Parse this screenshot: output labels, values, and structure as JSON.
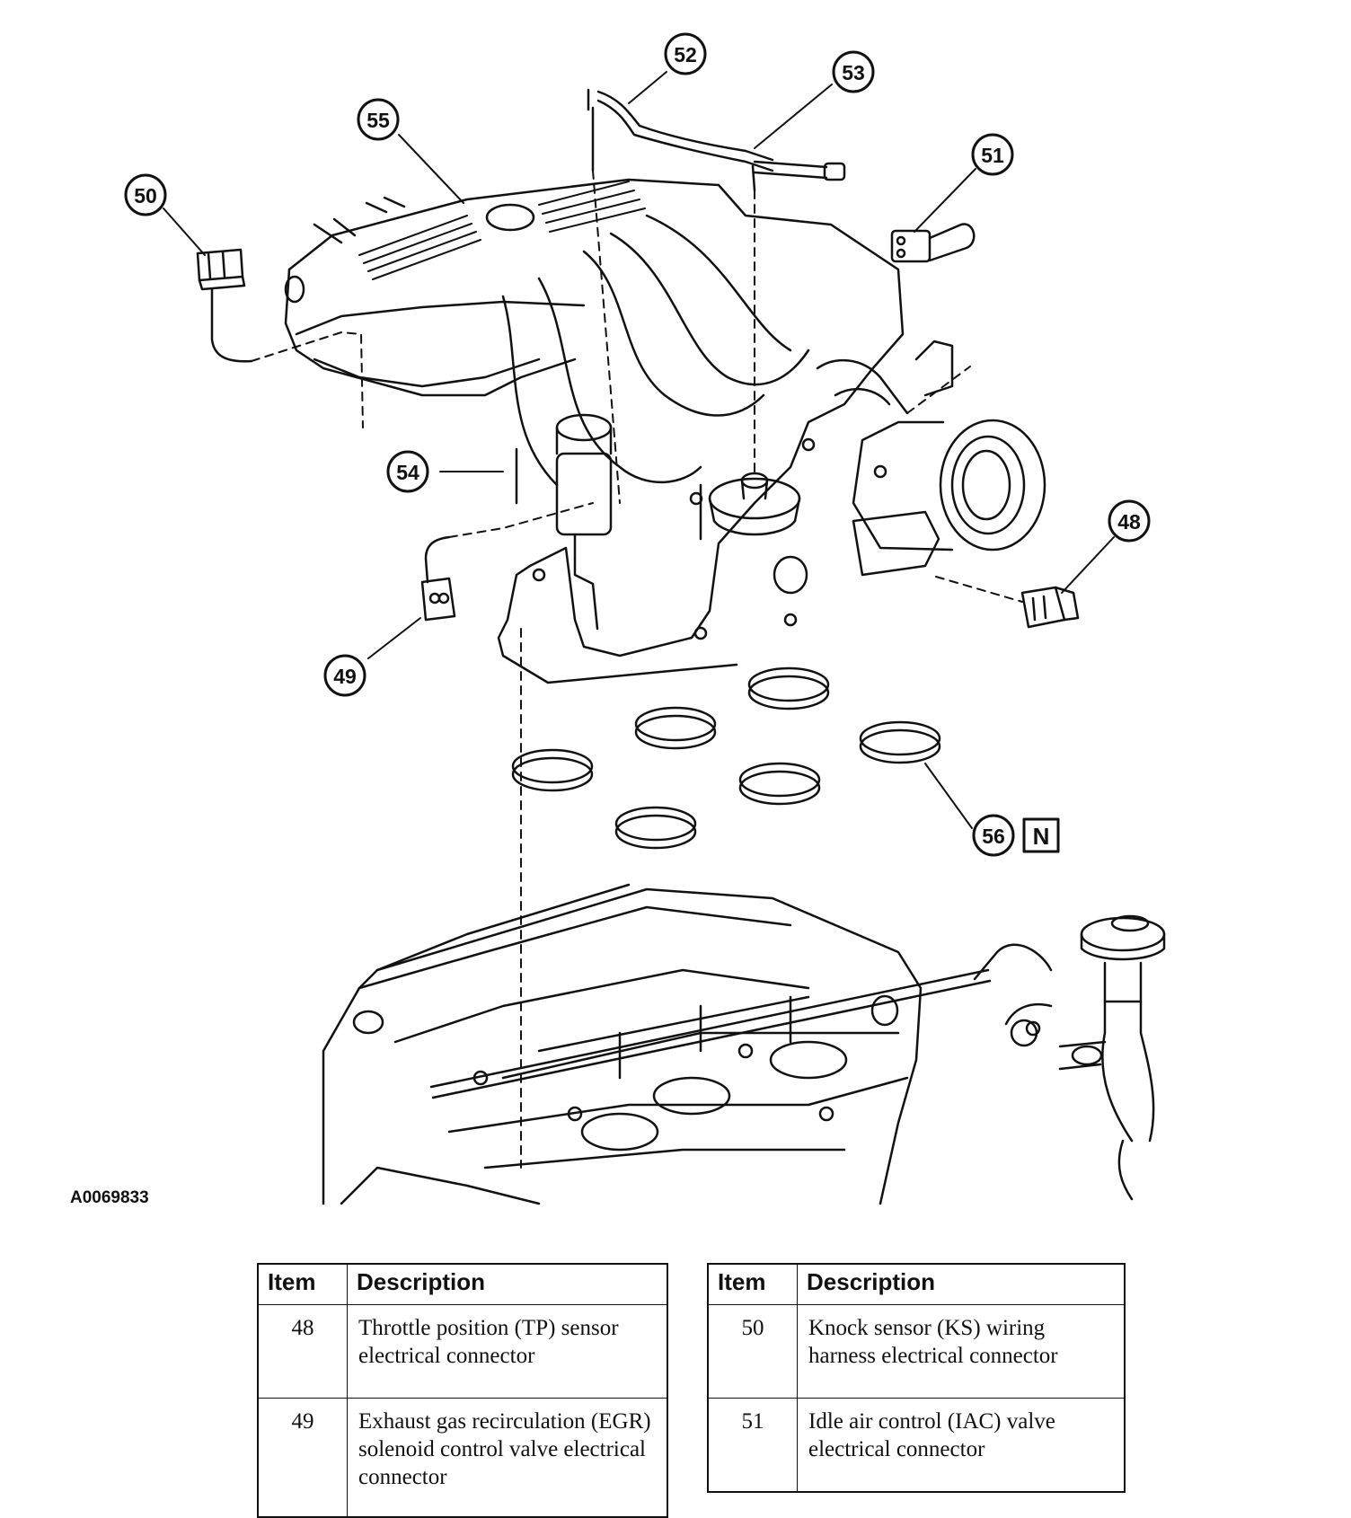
{
  "figure_id": "A0069833",
  "callouts": [
    "48",
    "49",
    "50",
    "51",
    "52",
    "53",
    "54",
    "55",
    "56"
  ],
  "new_part_symbol": "N",
  "tables": [
    {
      "headers": {
        "item": "Item",
        "description": "Description"
      },
      "rows": [
        {
          "item": "48",
          "description": "Throttle position (TP) sensor electrical connector"
        },
        {
          "item": "49",
          "description": "Exhaust gas recirculation (EGR) solenoid control valve electrical connector"
        }
      ]
    },
    {
      "headers": {
        "item": "Item",
        "description": "Description"
      },
      "rows": [
        {
          "item": "50",
          "description": "Knock sensor (KS) wiring harness electrical connector"
        },
        {
          "item": "51",
          "description": "Idle air control (IAC) valve electrical connector"
        }
      ]
    }
  ]
}
